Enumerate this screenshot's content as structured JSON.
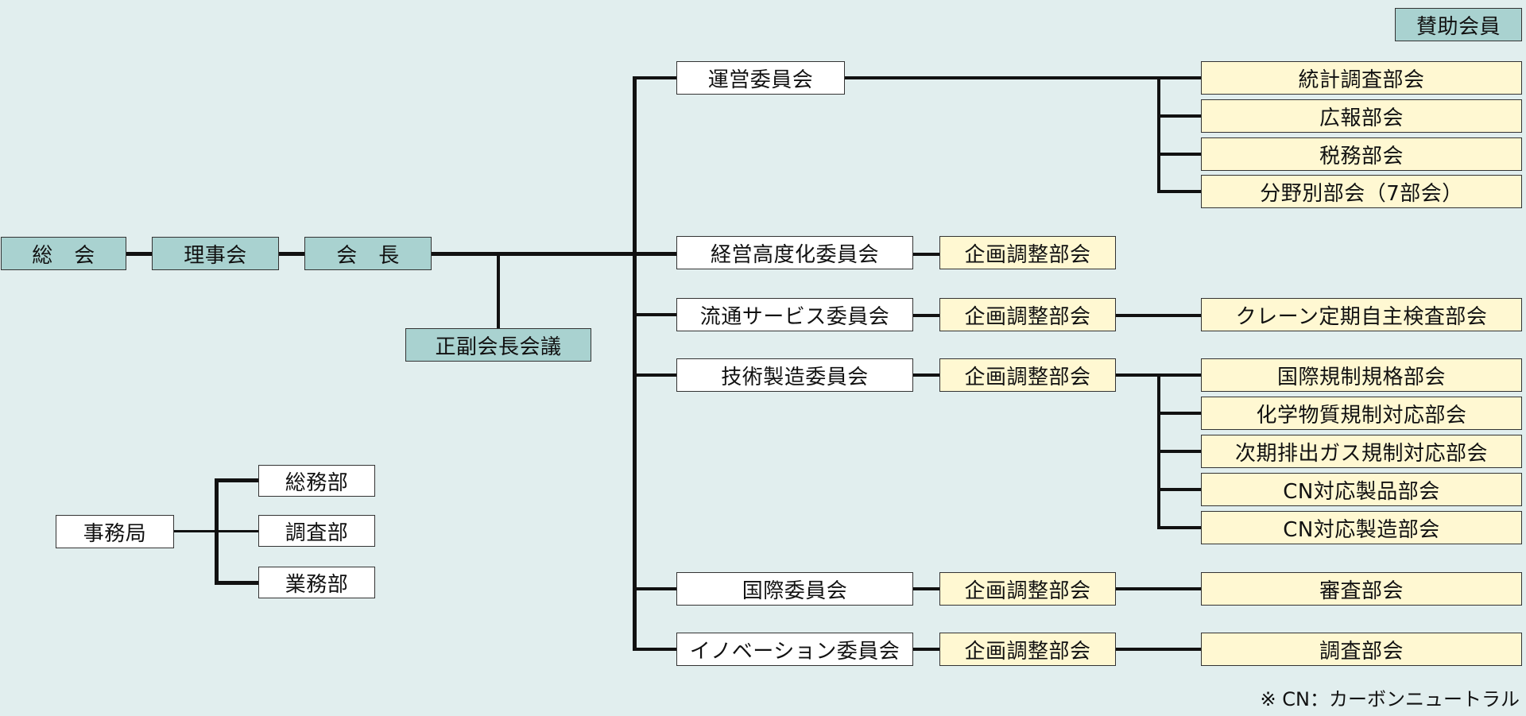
{
  "top_row": {
    "soukai": "総　会",
    "rijikai": "理事会",
    "kaichou": "会　長",
    "seifuku_kaigi": "正副会長会議",
    "sanjo_kaiin": "賛助会員"
  },
  "committees": {
    "unei": "運営委員会",
    "keiei": "経営高度化委員会",
    "ryutsu": "流通サービス委員会",
    "gijutsu": "技術製造委員会",
    "kokusai": "国際委員会",
    "innovation": "イノベーション委員会"
  },
  "planning_subcommittee": "企画調整部会",
  "subcommittees": {
    "unei": [
      "統計調査部会",
      "広報部会",
      "税務部会",
      "分野別部会（7部会）"
    ],
    "ryutsu": [
      "クレーン定期自主検査部会"
    ],
    "gijutsu": [
      "国際規制規格部会",
      "化学物質規制対応部会",
      "次期排出ガス規制対応部会",
      "CN対応製品部会",
      "CN対応製造部会"
    ],
    "kokusai": [
      "審査部会"
    ],
    "innovation": [
      "調査部会"
    ]
  },
  "secretariat": {
    "label": "事務局",
    "departments": [
      "総務部",
      "調査部",
      "業務部"
    ]
  },
  "footnote": "※ CN：カーボンニュートラル",
  "colors": {
    "background": "#e1eeee",
    "executive_box": "#a9d2d0",
    "committee_box": "#ffffff",
    "subcommittee_box": "#fff8d2",
    "line": "#111111"
  }
}
